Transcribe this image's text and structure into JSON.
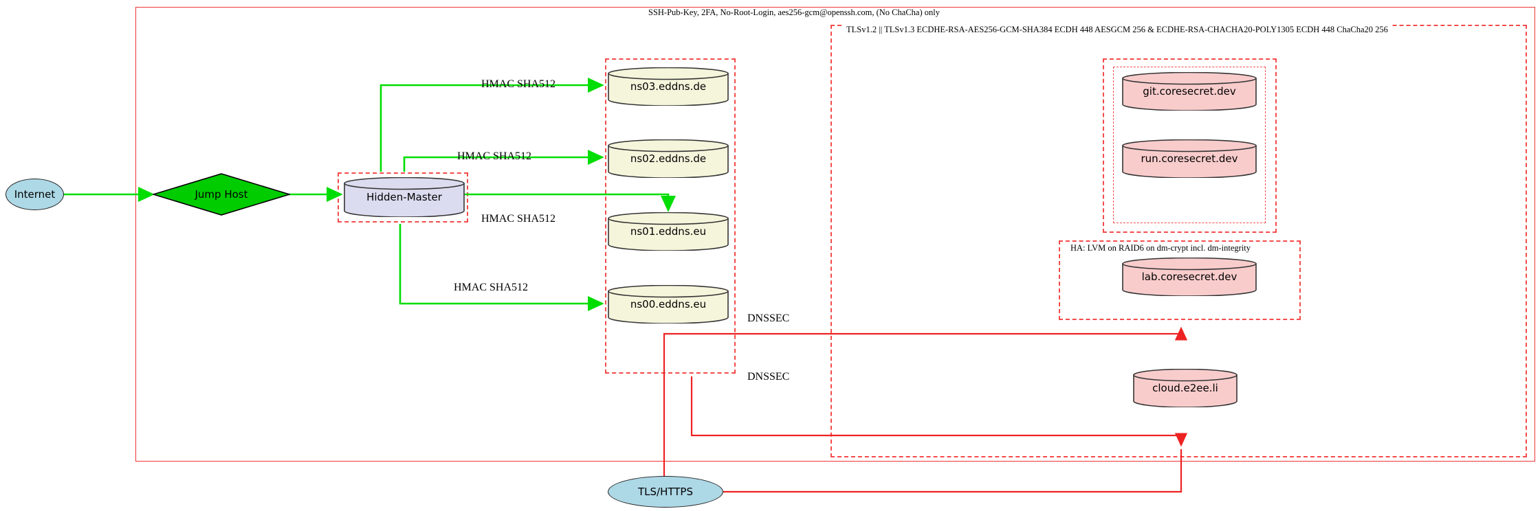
{
  "diagram": {
    "title": "Hidden-Master DNS and Service Infrastructure",
    "colors": {
      "trust_boundary": "#ee3333",
      "dashed_boundary": "#f44b4b",
      "secure_edge": "#00cc00",
      "tls_edge": "#ee3333",
      "internet_fill": "#add8e6",
      "jumphost_fill": "#00cc00",
      "master_fill": "#dcdcf0",
      "dns_fill": "#f5f5dc",
      "service_fill": "#f9cccc"
    }
  },
  "boundaries": {
    "ssh": {
      "label": "SSH-Pub-Key, 2FA, No-Root-Login, aes256-gcm@openssh.com, (No ChaCha) only"
    },
    "tls": {
      "label": "TLSv1.2 || TLSv1.3 ECDHE-RSA-AES256-GCM-SHA384 ECDH 448 AESGCM 256 & ECDHE-RSA-CHACHA20-POLY1305 ECDH 448 ChaCha20 256"
    },
    "ha": {
      "label": "HA: LVM on RAID6 on dm-crypt incl. dm-integrity"
    },
    "hidden_master_zone": {
      "label": ""
    },
    "dns_zone": {
      "label": ""
    },
    "service_zone": {
      "label": ""
    },
    "service_inner_zone": {
      "label": ""
    }
  },
  "nodes": {
    "internet": {
      "label": "Internet",
      "shape": "ellipse"
    },
    "jump_host": {
      "label": "Jump Host",
      "shape": "diamond"
    },
    "hidden_master": {
      "label": "Hidden-Master",
      "shape": "cylinder"
    },
    "tls_https": {
      "label": "TLS/HTTPS",
      "shape": "ellipse"
    },
    "dns_servers": [
      {
        "label": "ns03.eddns.de",
        "shape": "cylinder"
      },
      {
        "label": "ns02.eddns.de",
        "shape": "cylinder"
      },
      {
        "label": "ns01.eddns.eu",
        "shape": "cylinder"
      },
      {
        "label": "ns00.eddns.eu",
        "shape": "cylinder"
      }
    ],
    "services": [
      {
        "label": "git.coresecret.dev",
        "shape": "cylinder"
      },
      {
        "label": "run.coresecret.dev",
        "shape": "cylinder"
      },
      {
        "label": "lab.coresecret.dev",
        "shape": "cylinder"
      },
      {
        "label": "cloud.e2ee.li",
        "shape": "cylinder"
      }
    ]
  },
  "edge_labels": {
    "hmac_ns03": "HMAC SHA512",
    "hmac_ns02": "HMAC SHA512",
    "hmac_ns01": "HMAC SHA512",
    "hmac_ns00": "HMAC SHA512",
    "dnssec_upper": "DNSSEC",
    "dnssec_lower": "DNSSEC"
  }
}
